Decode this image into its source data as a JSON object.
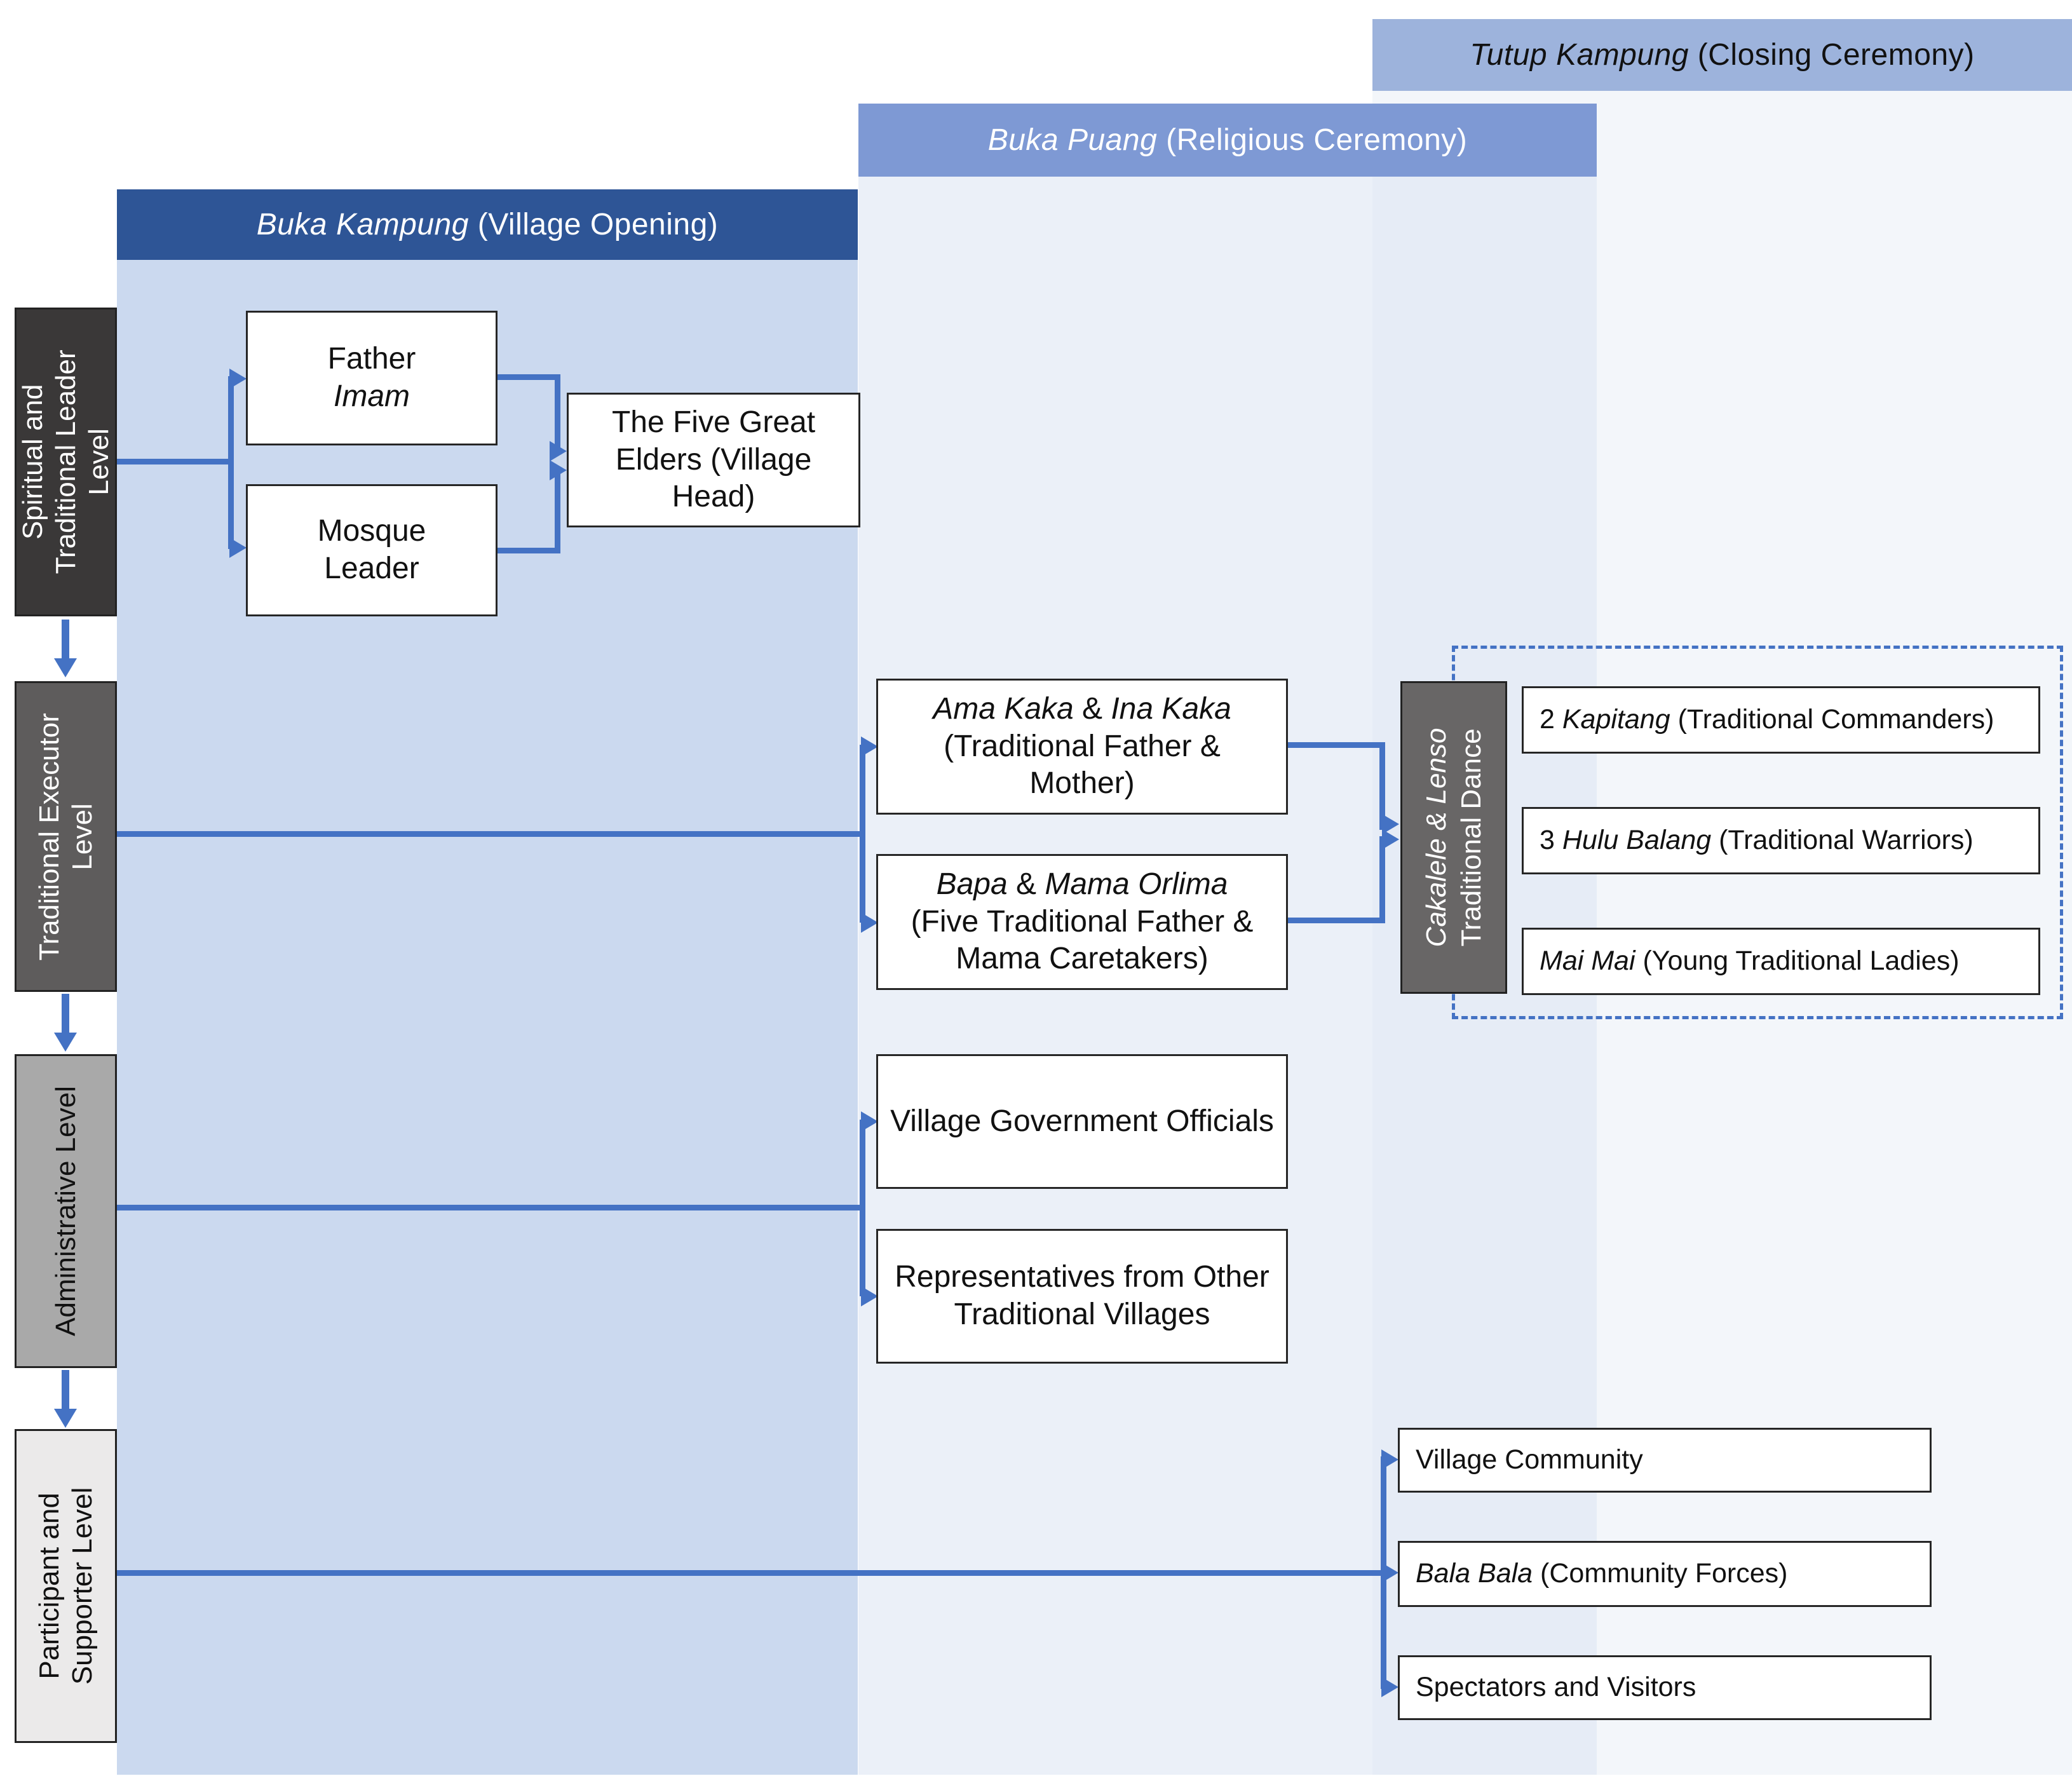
{
  "headers": {
    "tutup": {
      "italic": "Tutup Kampung",
      "rest": " (Closing Ceremony)"
    },
    "puang": {
      "italic": "Buka Puang",
      "rest": " (Religious Ceremony)"
    },
    "kampung": {
      "italic": "Buka Kampung",
      "rest": " (Village Opening)"
    }
  },
  "levels": {
    "spiritual": {
      "label": "Spiritual and\nTraditional Leader\nLevel"
    },
    "executor": {
      "label": "Traditional Executor\nLevel"
    },
    "administrative": {
      "label": "Administrative Level"
    },
    "participant": {
      "label": "Participant and\nSupporter Level"
    }
  },
  "boxes": {
    "father_imam": {
      "line1": "Father",
      "line2_italic": "Imam"
    },
    "mosque_leader": {
      "line1": "Mosque",
      "line2": "Leader"
    },
    "elders": {
      "text": "The Five Great Elders (Village Head)"
    },
    "ama_kaka": {
      "italic1": "Ama Kaka",
      "sep": " & ",
      "italic2": "Ina Kaka",
      "rest": "(Traditional Father & Mother)"
    },
    "bapa_orlima": {
      "italic1": "Bapa",
      "sep": " & ",
      "italic2": "Mama Orlima",
      "rest": "(Five Traditional Father & Mama Caretakers)"
    },
    "gov_officials": {
      "text": "Village Government Officials"
    },
    "representatives": {
      "text": "Representatives from Other Traditional Villages"
    },
    "cakalele": {
      "line1_italic": "Cakalele & Lenso",
      "line2": "Traditional Dance"
    },
    "kapitang": {
      "prefix": "2 ",
      "italic": "Kapitang",
      "rest": " (Traditional Commanders)"
    },
    "hulu_balang": {
      "prefix": "3 ",
      "italic": "Hulu Balang",
      "rest": " (Traditional Warriors)"
    },
    "mai_mai": {
      "italic": "Mai Mai",
      "rest": " (Young Traditional Ladies)"
    },
    "village_community": {
      "text": "Village Community"
    },
    "bala_bala": {
      "italic": "Bala Bala",
      "rest": " (Community Forces)"
    },
    "spectators": {
      "text": "Spectators and Visitors"
    }
  },
  "colors": {
    "header_dark_blue": "#2E5596",
    "header_medium_blue": "#7E99D4",
    "header_light_blue": "#9DB3DC",
    "band_kampung": "#CBD9EF",
    "band_puang": "#EBF0F8",
    "band_overlap": "#E6ECF6",
    "band_tutup": "#F3F6FA",
    "level1_bg": "#3A3838",
    "level2_bg": "#5E5C5C",
    "level3_bg": "#A9A9A9",
    "level4_bg": "#EBEAEA",
    "dance_bg": "#686666",
    "connector_blue": "#4472C4"
  }
}
